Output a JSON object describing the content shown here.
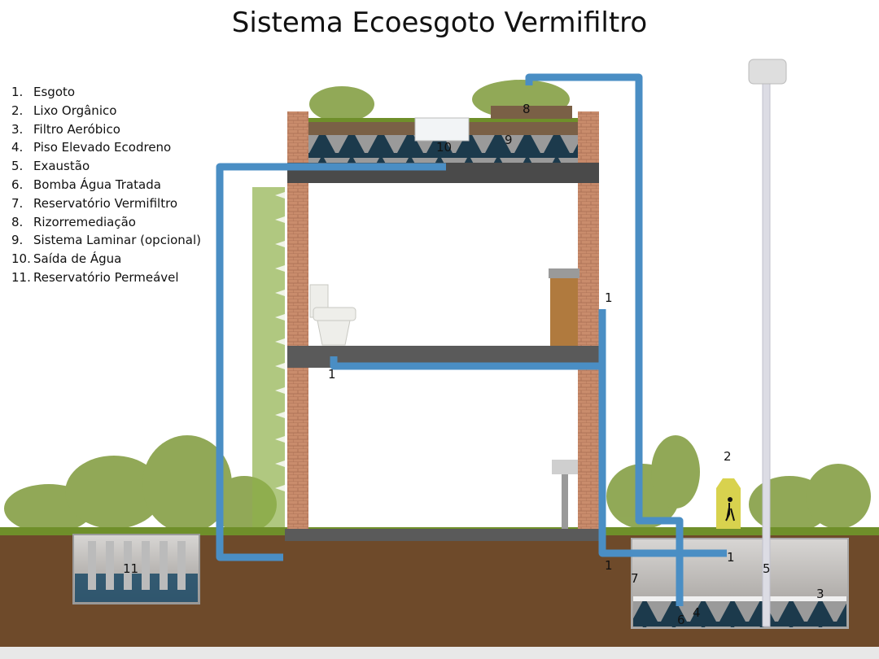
{
  "title": "Sistema Ecoesgoto Vermifiltro",
  "legend": [
    {
      "num": "1.",
      "text": "Esgoto"
    },
    {
      "num": "2.",
      "text": "Lixo Orgânico"
    },
    {
      "num": "3.",
      "text": "Filtro Aeróbico"
    },
    {
      "num": "4.",
      "text": "Piso Elevado Ecodreno"
    },
    {
      "num": "5.",
      "text": "Exaustão"
    },
    {
      "num": "6.",
      "text": "Bomba Água Tratada"
    },
    {
      "num": "7.",
      "text": "Reservatório Vermifiltro"
    },
    {
      "num": "8.",
      "text": "Rizorremediação"
    },
    {
      "num": "9.",
      "text": "Sistema Laminar (opcional)"
    },
    {
      "num": "10.",
      "text": "Saída de Água"
    },
    {
      "num": "11.",
      "text": "Reservatório Permeável"
    }
  ],
  "labels": {
    "l1a": "1",
    "l1b": "1",
    "l1c": "1",
    "l1d": "1",
    "l2": "2",
    "l3": "3",
    "l4": "4",
    "l5": "5",
    "l6": "6",
    "l7": "7",
    "l8": "8",
    "l9": "9",
    "l10": "10",
    "l11": "11"
  },
  "colors": {
    "pipe": "#4a8ec4",
    "brick": "#c98c6c",
    "soil": "#6e4a2a",
    "grass": "#6f8f2a",
    "water": "#12486a"
  }
}
